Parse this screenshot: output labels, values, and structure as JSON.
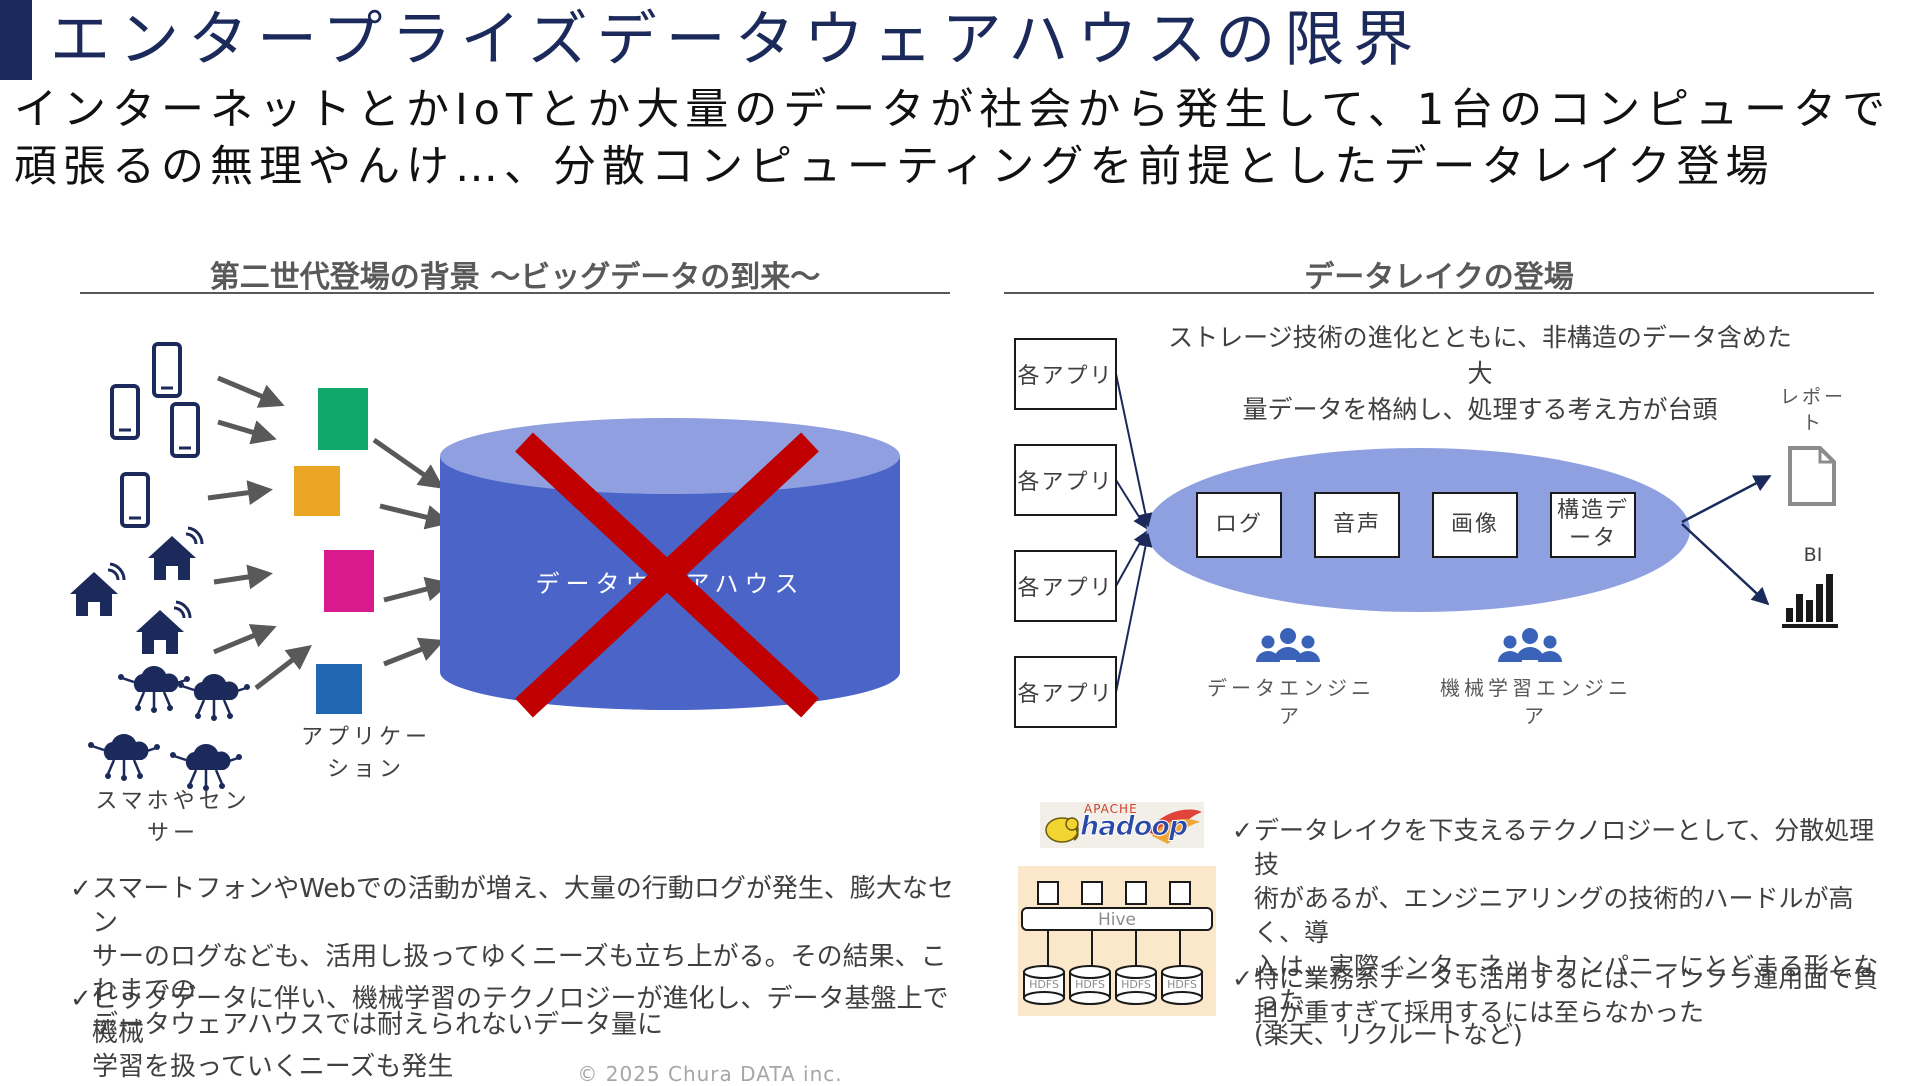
{
  "title": "エンタープライズデータウェアハウスの限界",
  "subtitle": {
    "line1": "インターネットとかIoTとか大量のデータが社会から発生して、1台のコンピュータで",
    "line2": "頑張るの無理やんけ…、分散コンピューティングを前提としたデータレイク登場"
  },
  "left": {
    "heading": "第二世代登場の背景 ～ビッグデータの到来～",
    "sources_label": "スマホやセンサー",
    "apps_label": "アプリケーション",
    "dwh_label": "データウェアハウス",
    "bullets": [
      {
        "check": "✓",
        "lines": [
          "スマートフォンやWebでの活動が増え、大量の行動ログが発生、膨大なセン",
          "サーのログなども、活用し扱ってゆくニーズも立ち上がる。その結果、これまでの",
          "データウェアハウスでは耐えられないデータ量に"
        ]
      },
      {
        "check": "✓",
        "lines": [
          "ビッグデータに伴い、機械学習のテクノロジーが進化し、データ基盤上で機械",
          "学習を扱っていくニーズも発生"
        ]
      }
    ],
    "square_colors": [
      "#11a86b",
      "#eaa525",
      "#d91a8c",
      "#2166b0"
    ],
    "dwh_color": "#4a64c8",
    "cross_color": "#c00000",
    "icon_color": "#1b2a5a"
  },
  "right": {
    "heading": "データレイクの登場",
    "description_line1": "ストレージ技術の進化とともに、非構造のデータ含めた大",
    "description_line2": "量データを格納し、処理する考え方が台頭",
    "app_boxes": [
      "各アプリ",
      "各アプリ",
      "各アプリ",
      "各アプリ"
    ],
    "lake_items": [
      "ログ",
      "音声",
      "画像",
      "構造データ"
    ],
    "outputs": {
      "report": "レポート",
      "bi": "BI"
    },
    "roles": [
      "データエンジニア",
      "機械学習エンジニア"
    ],
    "hadoop": {
      "apache": "APACHE",
      "name": "hadoop"
    },
    "hive": {
      "label": "Hive",
      "hdfs": [
        "HDFS",
        "HDFS",
        "HDFS",
        "HDFS"
      ]
    },
    "bullets": [
      {
        "check": "✓",
        "lines": [
          "データレイクを下支えるテクノロジーとして、分散処理技",
          "術があるが、エンジニアリングの技術的ハードルが高く、導",
          "入は、実際インターネットカンパニーにとどまる形となった",
          "(楽天、リクルートなど)"
        ]
      },
      {
        "check": "✓",
        "lines": [
          "特に業務系データも活用するには、インフラ運用面で負",
          "担が重すぎて採用するには至らなかった"
        ]
      }
    ],
    "lake_color": "#8fa0e0",
    "role_icon_color": "#3a62b8"
  },
  "footer": "© 2025 Chura DATA inc."
}
